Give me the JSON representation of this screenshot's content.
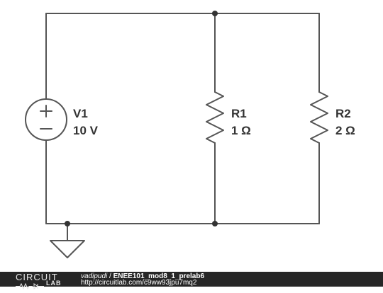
{
  "components": {
    "v1": {
      "name": "V1",
      "value": "10 V",
      "plus_symbol": "+",
      "minus_symbol": "−"
    },
    "r1": {
      "name": "R1",
      "value": "1 Ω"
    },
    "r2": {
      "name": "R2",
      "value": "2 Ω"
    }
  },
  "footer": {
    "logo_top": "CIRCUIT",
    "logo_bottom": "LAB",
    "author": "vadipudi",
    "separator": " / ",
    "title": "ENEE101_mod8_1_prelab6",
    "url": "http://circuitlab.com/c9ww93jpu7mq2"
  },
  "colors": {
    "wire": "#555555",
    "label": "#333333",
    "footer_bg": "#262626"
  }
}
